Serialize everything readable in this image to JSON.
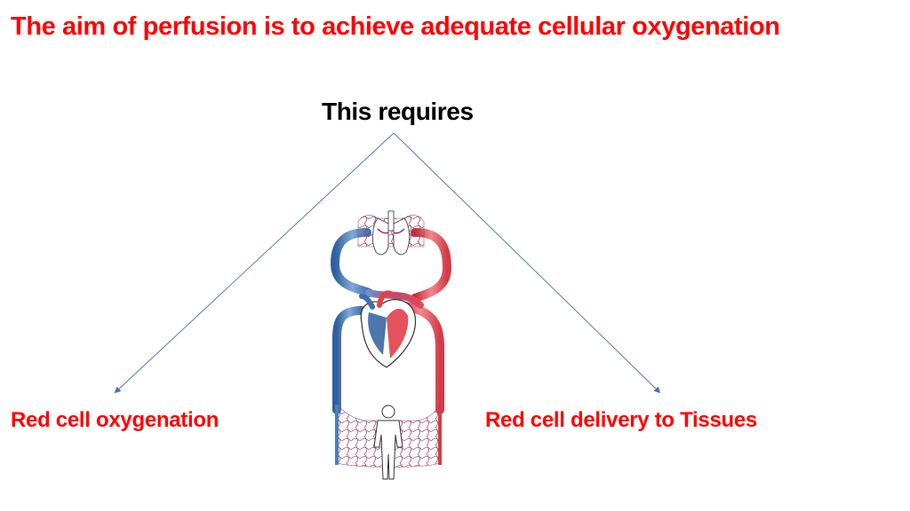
{
  "slide": {
    "title": "The aim of perfusion is to achieve adequate cellular oxygenation",
    "subtitle": "This requires",
    "left_label": "Red cell oxygenation",
    "right_label": "Red cell delivery to Tissues"
  },
  "colors": {
    "title": "#ff0000",
    "subtitle": "#000000",
    "labels": "#ff0000",
    "arrow": "#4a6fb5",
    "venous_blue": "#4a7fc0",
    "arterial_red": "#e2404a"
  },
  "icons": {
    "illustration": "circulation-diagram",
    "lungs": "lungs-icon",
    "heart": "heart-icon",
    "body": "human-silhouette-icon"
  }
}
